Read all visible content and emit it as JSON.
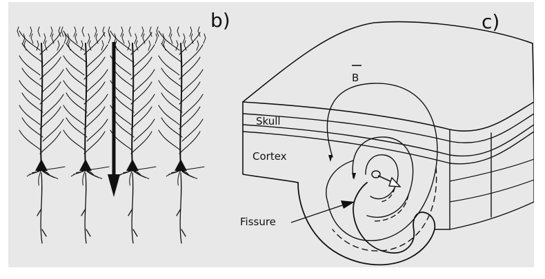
{
  "panel_b": {
    "label": "b)"
  },
  "panel_c": {
    "label": "c)",
    "field_symbol": "B",
    "layer_skull": "Skull",
    "layer_cortex": "Cortex",
    "fissure_label": "Fissure"
  },
  "colors": {
    "background": "#e8e8e8",
    "ink": "#111111",
    "page": "#ffffff"
  }
}
